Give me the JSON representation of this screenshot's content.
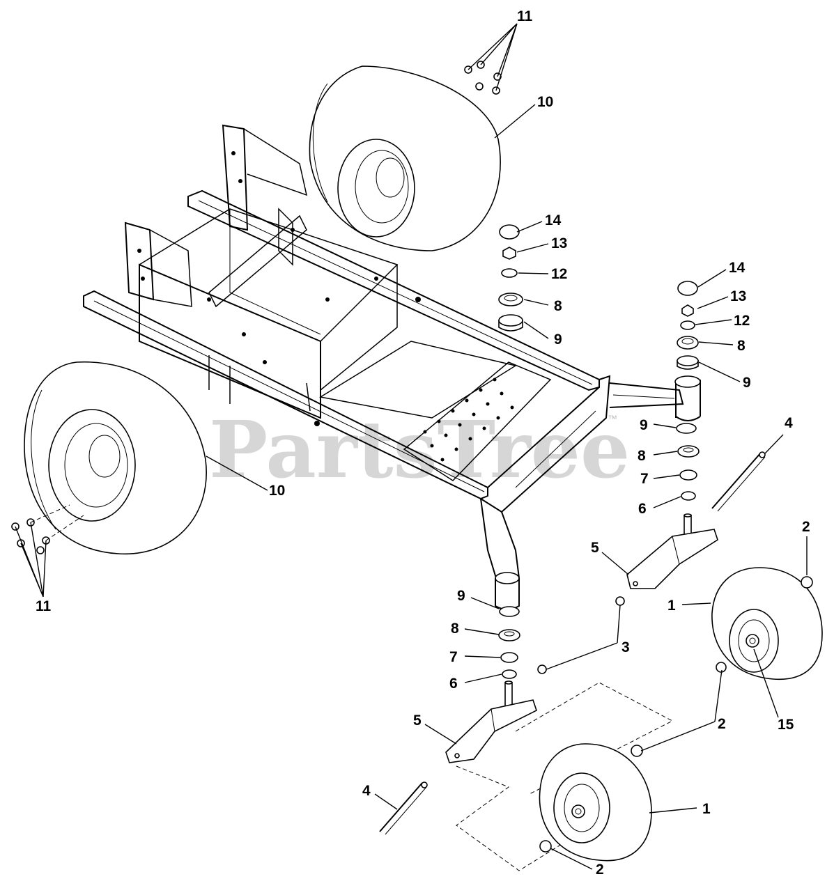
{
  "watermark": "PartsTree",
  "watermark_tm": "™",
  "callouts": [
    {
      "id": "c11a",
      "text": "11"
    },
    {
      "id": "c10a",
      "text": "10"
    },
    {
      "id": "c14a",
      "text": "14"
    },
    {
      "id": "c13a",
      "text": "13"
    },
    {
      "id": "c12a",
      "text": "12"
    },
    {
      "id": "c8a",
      "text": "8"
    },
    {
      "id": "c9a",
      "text": "9"
    },
    {
      "id": "c14b",
      "text": "14"
    },
    {
      "id": "c13b",
      "text": "13"
    },
    {
      "id": "c12b",
      "text": "12"
    },
    {
      "id": "c8b",
      "text": "8"
    },
    {
      "id": "c9b",
      "text": "9"
    },
    {
      "id": "c4a",
      "text": "4"
    },
    {
      "id": "c9c",
      "text": "9"
    },
    {
      "id": "c8c",
      "text": "8"
    },
    {
      "id": "c7a",
      "text": "7"
    },
    {
      "id": "c6a",
      "text": "6"
    },
    {
      "id": "c10b",
      "text": "10"
    },
    {
      "id": "c2a",
      "text": "2"
    },
    {
      "id": "c5a",
      "text": "5"
    },
    {
      "id": "c1a",
      "text": "1"
    },
    {
      "id": "c11b",
      "text": "11"
    },
    {
      "id": "c9d",
      "text": "9"
    },
    {
      "id": "c3a",
      "text": "3"
    },
    {
      "id": "c8d",
      "text": "8"
    },
    {
      "id": "c7b",
      "text": "7"
    },
    {
      "id": "c6b",
      "text": "6"
    },
    {
      "id": "c15a",
      "text": "15"
    },
    {
      "id": "c2b",
      "text": "2"
    },
    {
      "id": "c5b",
      "text": "5"
    },
    {
      "id": "c4b",
      "text": "4"
    },
    {
      "id": "c1b",
      "text": "1"
    },
    {
      "id": "c2c",
      "text": "2"
    }
  ]
}
